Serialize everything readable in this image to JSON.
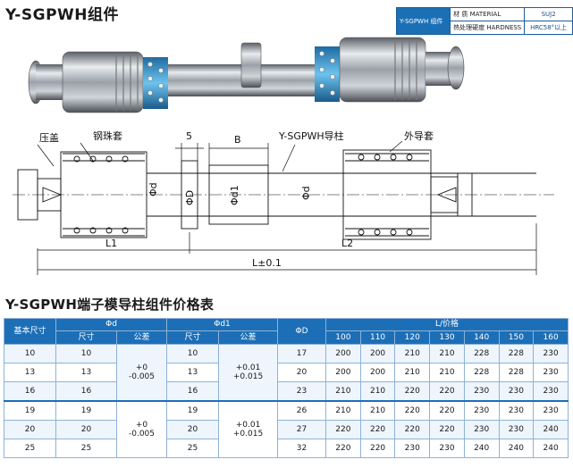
{
  "header": {
    "title": "Y-SGPWH组件"
  },
  "spec": {
    "name": "Y-SGPWH 组件",
    "rows": [
      {
        "label": "材 质 MATERIAL",
        "value": "SUJ2"
      },
      {
        "label": "热处理硬度 HARDNESS",
        "value": "HRC58°以上"
      }
    ]
  },
  "drawing": {
    "labels": {
      "press_cap": "压盖",
      "ball_cage": "钢珠套",
      "dim5": "5",
      "dimB": "B",
      "pillar": "Y-SGPWH导柱",
      "outer_sleeve": "外导套",
      "phi_d1": "Φd",
      "phi_D": "ΦD",
      "phi_d1b": "Φd1",
      "phi_d2": "Φd",
      "L1": "L1",
      "L2": "L2",
      "L": "L±0.1"
    }
  },
  "section": {
    "title": "Y-SGPWH端子模导柱组件价格表"
  },
  "table": {
    "h_base": "基本尺寸",
    "h_phid": "Φd",
    "h_phid1": "Φd1",
    "h_phiD": "ΦD",
    "h_price": "L/价格",
    "h_size": "尺寸",
    "h_tol": "公差",
    "h_size2": "尺寸",
    "h_tol2": "公差",
    "lengths": [
      "100",
      "110",
      "120",
      "130",
      "140",
      "150",
      "160"
    ],
    "tol_d_a": "+0\n-0.005",
    "tol_d1_a": "+0.01\n+0.015",
    "tol_d_b": "+0\n-0.005",
    "tol_d1_b": "+0.01\n+0.015",
    "rows": [
      {
        "base": "10",
        "d": "10",
        "d1": "10",
        "D": "17",
        "p": [
          "200",
          "200",
          "210",
          "210",
          "228",
          "228",
          "230"
        ]
      },
      {
        "base": "13",
        "d": "13",
        "d1": "13",
        "D": "20",
        "p": [
          "200",
          "200",
          "210",
          "210",
          "228",
          "228",
          "230"
        ]
      },
      {
        "base": "16",
        "d": "16",
        "d1": "16",
        "D": "23",
        "p": [
          "210",
          "210",
          "220",
          "220",
          "230",
          "230",
          "230"
        ]
      },
      {
        "base": "19",
        "d": "19",
        "d1": "19",
        "D": "26",
        "p": [
          "210",
          "210",
          "220",
          "220",
          "230",
          "230",
          "230"
        ]
      },
      {
        "base": "20",
        "d": "20",
        "d1": "20",
        "D": "27",
        "p": [
          "220",
          "220",
          "220",
          "220",
          "230",
          "230",
          "240"
        ]
      },
      {
        "base": "25",
        "d": "25",
        "d1": "25",
        "D": "32",
        "p": [
          "220",
          "220",
          "230",
          "230",
          "240",
          "240",
          "240"
        ]
      }
    ]
  }
}
